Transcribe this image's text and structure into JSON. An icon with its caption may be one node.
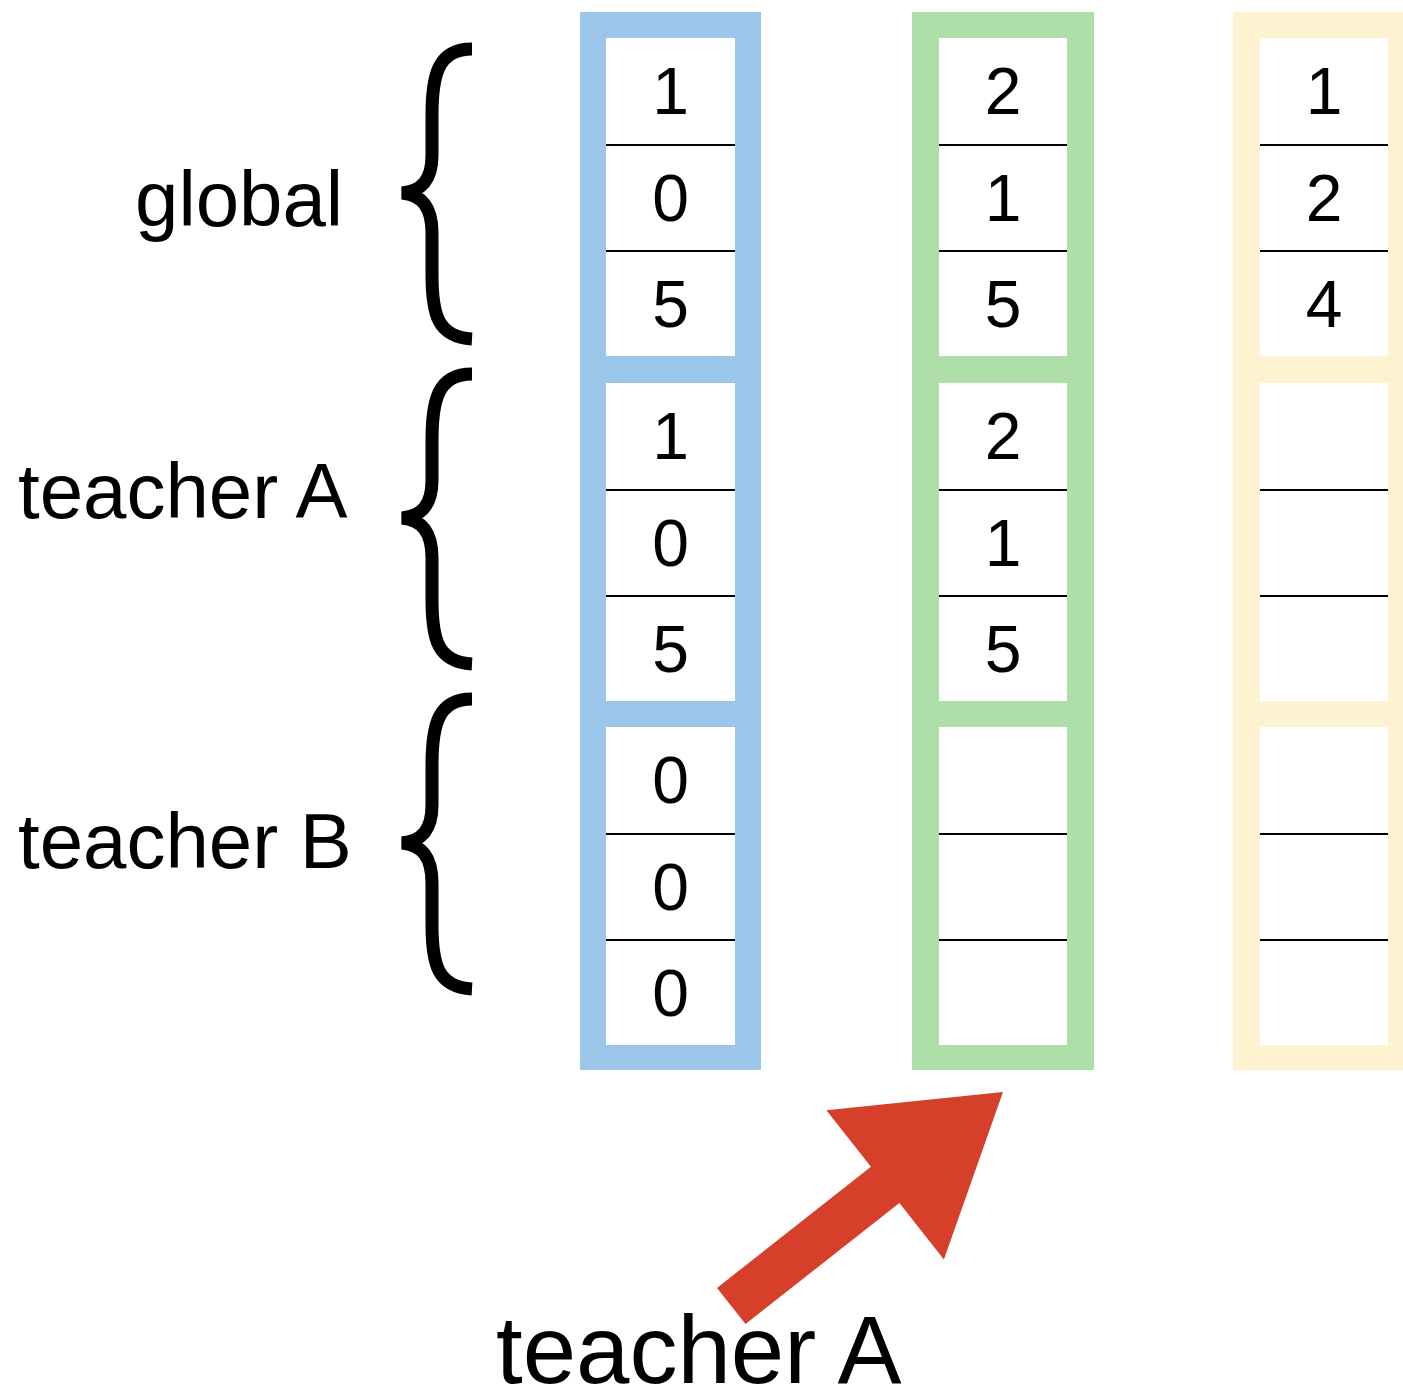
{
  "diagram": {
    "nodes": [
      {
        "text": [],
        "shape": "box"
      },
      {
        "text": [
          "1"
        ],
        "in": 0
      },
      {
        "text": [
          "0"
        ],
        "in": 0
      },
      {
        "text": [
          "5"
        ],
        "in": 0
      },
      {
        "text": [
          "1"
        ],
        "in": 0
      },
      {
        "text": [
          "0"
        ],
        "in": 0
      },
      {
        "text": [
          "5"
        ],
        "in": 0
      },
      {
        "text": [
          "0"
        ],
        "in": 0
      },
      {
        "text": [
          "0"
        ],
        "in": 0
      },
      {
        "text": [
          "0"
        ],
        "in": 0
      },
      {
        "text": [],
        "shape": "box"
      },
      {
        "text": [
          "2"
        ],
        "in": 10
      },
      {
        "text": [
          "1"
        ],
        "in": 10
      },
      {
        "text": [
          "5"
        ],
        "in": 10
      },
      {
        "text": [
          "2"
        ],
        "in": 10
      },
      {
        "text": [
          "1"
        ],
        "in": 10
      },
      {
        "text": [
          "5"
        ],
        "in": 10
      },
      {
        "text": [],
        "shape": "box",
        "in": 10
      },
      {
        "text": [],
        "shape": "box",
        "in": 10
      },
      {
        "text": [],
        "shape": "box",
        "in": 10
      },
      {
        "text": [],
        "shape": "box"
      },
      {
        "text": [
          "1"
        ],
        "in": 20
      },
      {
        "text": [
          "2"
        ],
        "in": 20
      },
      {
        "text": [
          "4"
        ],
        "in": 20
      },
      {
        "text": [],
        "shape": "box",
        "in": 20
      },
      {
        "text": [],
        "shape": "box",
        "in": 20
      },
      {
        "text": [],
        "shape": "box",
        "in": 20
      },
      {
        "text": [],
        "shape": "box",
        "in": 20
      },
      {
        "text": [],
        "shape": "box",
        "in": 20
      },
      {
        "text": [],
        "shape": "box",
        "in": 20
      },
      {
        "text": [
          "teacher A"
        ]
      }
    ],
    "edges": [
      {
        "from": 30,
        "to": 10,
        "arrow": "to",
        "style": "thick"
      }
    ],
    "labels": [
      "global",
      "teacher A",
      "teacher B"
    ]
  }
}
